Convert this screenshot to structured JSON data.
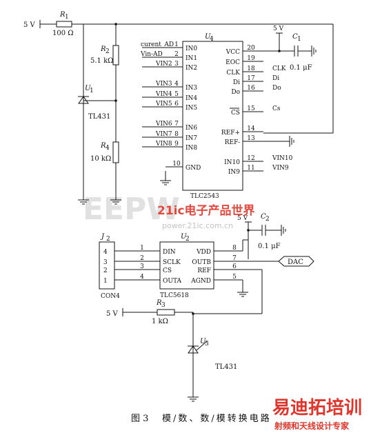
{
  "supply": {
    "label": "5 V"
  },
  "r1": {
    "ref": "R",
    "sub": "1",
    "value": "100 Ω"
  },
  "r2": {
    "ref": "R",
    "sub": "2",
    "value": "5.1 kΩ"
  },
  "r4": {
    "ref": "R",
    "sub": "4",
    "value": "10 kΩ"
  },
  "r3": {
    "ref": "R",
    "sub": "3",
    "value": "1 kΩ"
  },
  "u1": {
    "ref": "U",
    "sub": "1",
    "part": "TL431"
  },
  "u3": {
    "ref": "U",
    "sub": "3",
    "part": "TL431"
  },
  "u4": {
    "ref": "U",
    "sub": "4",
    "part": "TLC2543",
    "left_pins": [
      {
        "num": "1",
        "name": "IN0",
        "net": "curent_AD"
      },
      {
        "num": "2",
        "name": "IN1",
        "net": "Vin-AD"
      },
      {
        "num": "3",
        "name": "IN2",
        "net": "VIN2"
      },
      {
        "num": "4",
        "name": "IN3",
        "net": "VIN3"
      },
      {
        "num": "5",
        "name": "IN4",
        "net": "VIN4"
      },
      {
        "num": "6",
        "name": "IN5",
        "net": "VIN5"
      },
      {
        "num": "7",
        "name": "IN6",
        "net": "VIN6"
      },
      {
        "num": "8",
        "name": "IN7",
        "net": "VIN7"
      },
      {
        "num": "9",
        "name": "IN8",
        "net": "VIN8"
      },
      {
        "num": "10",
        "name": "GND",
        "net": ""
      }
    ],
    "right_pins": [
      {
        "num": "20",
        "name": "VCC",
        "net": ""
      },
      {
        "num": "19",
        "name": "EOC",
        "net": ""
      },
      {
        "num": "18",
        "name": "CLK",
        "net": "CLK"
      },
      {
        "num": "17",
        "name": "Di",
        "net": "Di"
      },
      {
        "num": "16",
        "name": "Do",
        "net": "Do"
      },
      {
        "num": "15",
        "name": "CS",
        "net": "Cs"
      },
      {
        "num": "14",
        "name": "REF+",
        "net": ""
      },
      {
        "num": "13",
        "name": "REF-",
        "net": ""
      },
      {
        "num": "12",
        "name": "IN10",
        "net": "VIN10"
      },
      {
        "num": "11",
        "name": "IN9",
        "net": "VIN9"
      }
    ]
  },
  "c1": {
    "ref": "C",
    "sub": "1",
    "value": "0.1 μF"
  },
  "c2": {
    "ref": "C",
    "sub": "2",
    "value": "0.1 μF"
  },
  "u2": {
    "ref": "U",
    "sub": "2",
    "part": "TLC5618",
    "left_pins": [
      {
        "num": "1",
        "name": "DIN"
      },
      {
        "num": "2",
        "name": "SCLK"
      },
      {
        "num": "3",
        "name": "CS"
      },
      {
        "num": "4",
        "name": "OUTA"
      }
    ],
    "right_pins": [
      {
        "num": "8",
        "name": "VDD"
      },
      {
        "num": "7",
        "name": "OUTB"
      },
      {
        "num": "6",
        "name": "REF"
      },
      {
        "num": "5",
        "name": "AGND"
      }
    ]
  },
  "j2": {
    "ref": "J",
    "sub": "2",
    "part": "CON4",
    "pins": [
      "4",
      "3",
      "2",
      "1"
    ]
  },
  "dac_label": "DAC",
  "watermark": {
    "brand": "21ic电子产品世界",
    "url": "power.21ic.com.cn",
    "site": "易迪拓培训",
    "site_sub": "射频和天线设计专家"
  },
  "caption": {
    "fig": "图 3",
    "text": "模/数、数/模转换电路"
  },
  "colors": {
    "line": "#111111",
    "watermark_red": "#e0352b",
    "watermark_gray": "#d9d9d9"
  }
}
